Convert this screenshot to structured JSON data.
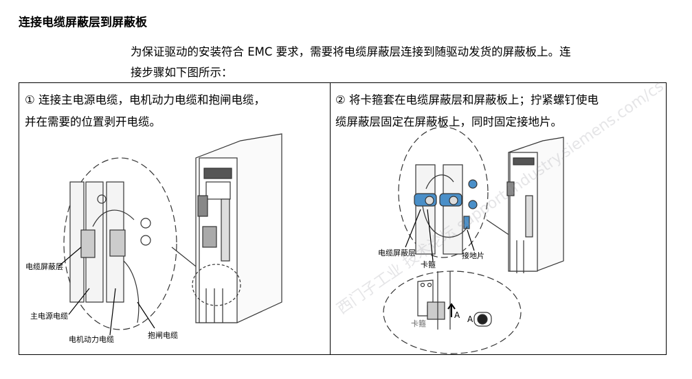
{
  "title": "连接电缆屏蔽层到屏蔽板",
  "intro": {
    "line1": "为保证驱动的安装符合 EMC 要求，需要将电缆屏蔽层连接到随驱动发货的屏蔽板上。连",
    "line2": "接步骤如下图所示："
  },
  "steps": [
    {
      "line1": "① 连接主电源电缆，电机动力电缆和抱闸电缆，",
      "line2": "并在需要的位置剥开电缆。",
      "labels": {
        "shield": "电缆屏蔽层",
        "mains": "主电源电缆",
        "motor": "电机动力电缆",
        "brake": "抱闸电缆"
      }
    },
    {
      "line1": "② 将卡箍套在电缆屏蔽层和屏蔽板上；拧紧螺钉使电",
      "line2": "缆屏蔽层固定在屏蔽板上，同时固定接地片。",
      "labels": {
        "shield": "电缆屏蔽层",
        "clamp": "卡箍",
        "ground": "接地片",
        "clamp2": "卡箍",
        "view_a": "A",
        "view_a2": "A"
      }
    }
  ],
  "watermark": "西门子工业 技术论坛 support.industry.siemens.com/cs",
  "colors": {
    "clamp": "#4a8fc8"
  }
}
